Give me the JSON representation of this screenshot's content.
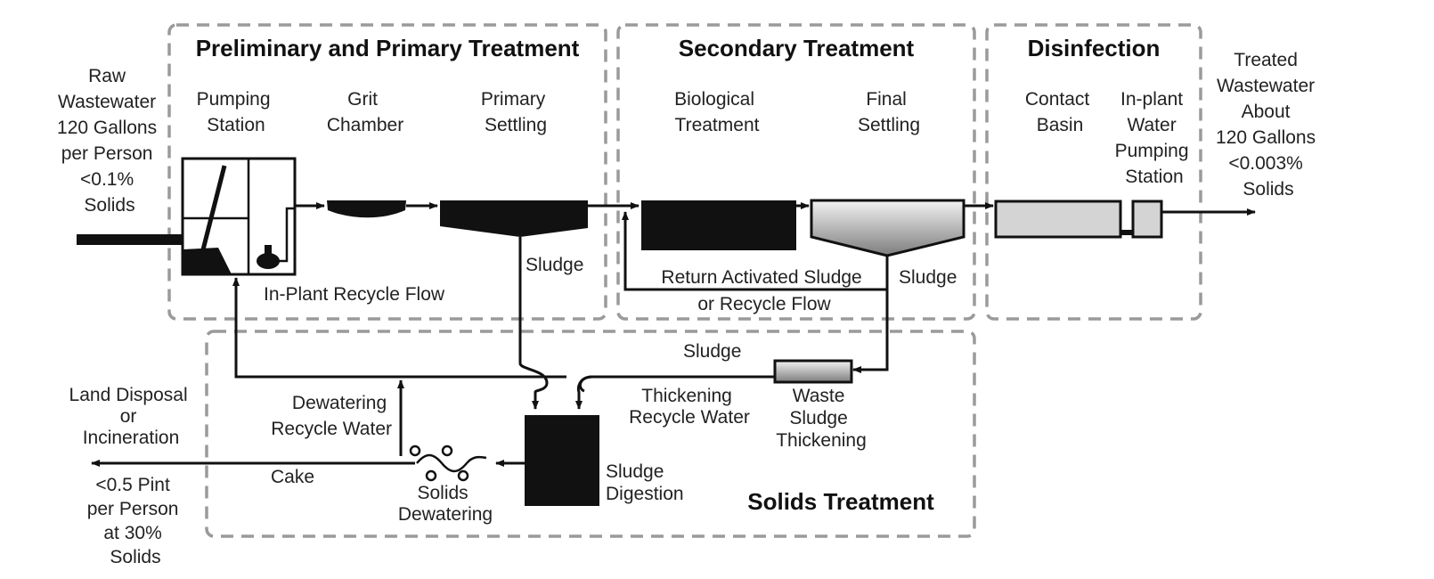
{
  "sections": {
    "primary": "Preliminary and Primary Treatment",
    "secondary": "Secondary Treatment",
    "disinfection": "Disinfection",
    "solids": "Solids Treatment"
  },
  "input": [
    "Raw",
    "Wastewater",
    "120 Gallons",
    "per Person",
    "<0.1%",
    "Solids"
  ],
  "output": [
    "Treated",
    "Wastewater",
    "About",
    "120 Gallons",
    "<0.003%",
    "Solids"
  ],
  "units": {
    "pumping_station": [
      "Pumping",
      "Station"
    ],
    "grit_chamber": [
      "Grit",
      "Chamber"
    ],
    "primary_settling": [
      "Primary",
      "Settling"
    ],
    "biological_treatment": [
      "Biological",
      "Treatment"
    ],
    "final_settling": [
      "Final",
      "Settling"
    ],
    "contact_basin": [
      "Contact",
      "Basin"
    ],
    "inplant_pumping": [
      "In-plant",
      "Water",
      "Pumping",
      "Station"
    ],
    "waste_sludge_thickening": [
      "Waste",
      "Sludge",
      "Thickening"
    ],
    "sludge_digestion": [
      "Sludge",
      "Digestion"
    ],
    "solids_dewatering": [
      "Solids",
      "Dewatering"
    ]
  },
  "flows": {
    "sludge_primary": "Sludge",
    "sludge_final": "Sludge",
    "sludge_to_thickening": "Sludge",
    "return_activated": [
      "Return Activated Sludge",
      "or Recycle Flow"
    ],
    "inplant_recycle": "In-Plant Recycle Flow",
    "thickening_recycle": [
      "Thickening",
      "Recycle Water"
    ],
    "dewatering_recycle": [
      "Dewatering",
      "Recycle Water"
    ],
    "cake": "Cake"
  },
  "disposal": [
    "Land Disposal",
    "or",
    "Incineration"
  ],
  "cake_output": [
    "<0.5 Pint",
    "per Person",
    "at 30%",
    "Solids"
  ]
}
